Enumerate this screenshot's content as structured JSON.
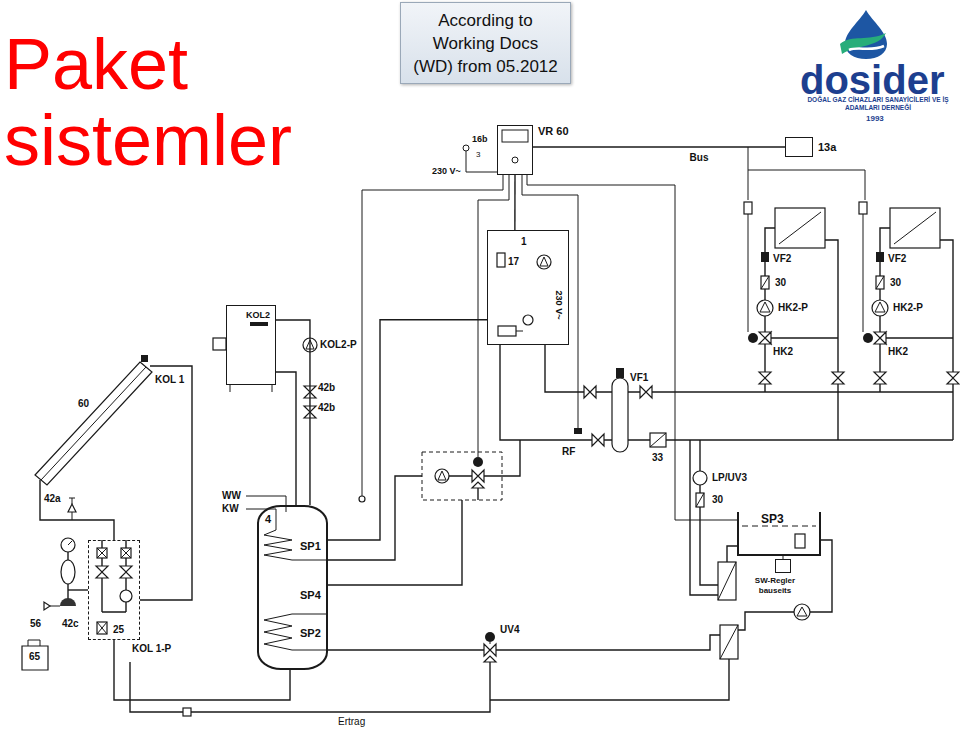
{
  "diagram": {
    "title": "Paket sistemler",
    "nodes": [
      {
        "text": [
          "According to Working Docs (WD) from 05.2012"
        ]
      },
      {
        "text": [
          "VR 60"
        ]
      },
      {
        "text": [
          "13a"
        ]
      },
      {
        "text": [
          "1",
          "17"
        ]
      },
      {
        "text": [
          "KOL2"
        ]
      },
      {
        "text": [
          "4",
          "SP1",
          "SP4",
          "SP2"
        ]
      },
      {
        "text": [
          "SP3"
        ]
      },
      {
        "text": [
          "SW-Regler bauseits"
        ]
      },
      {
        "text": [
          "25"
        ]
      }
    ],
    "edges": [
      {
        "from": 1,
        "to": 2,
        "label": "Bus",
        "arrow": "none"
      },
      {
        "from": 1,
        "to": 3,
        "arrow": "none"
      },
      {
        "from": 4,
        "to": 5,
        "arrow": "none"
      },
      {
        "from": 8,
        "to": 5,
        "arrow": "none"
      },
      {
        "from": 3,
        "to": 5,
        "arrow": "none"
      }
    ],
    "labels": [
      "dosider",
      "DOĞAL GAZ CİHAZLARI SANAYİCİLERİ VE İŞ ADAMLARI DERNEĞİ",
      "1993",
      "16b",
      "3",
      "230 V~",
      "230 V~",
      "60",
      "KOL 1",
      "KOL2-P",
      "42b",
      "42b",
      "VF1",
      "RF",
      "33",
      "LP/UV3",
      "30",
      "WW",
      "KW",
      "42a",
      "56",
      "42c",
      "KOL 1-P",
      "65",
      "UV4",
      "Ertrag",
      "VF2",
      "30",
      "HK2-P",
      "HK2",
      "VF2",
      "30",
      "HK2-P",
      "HK2"
    ]
  }
}
